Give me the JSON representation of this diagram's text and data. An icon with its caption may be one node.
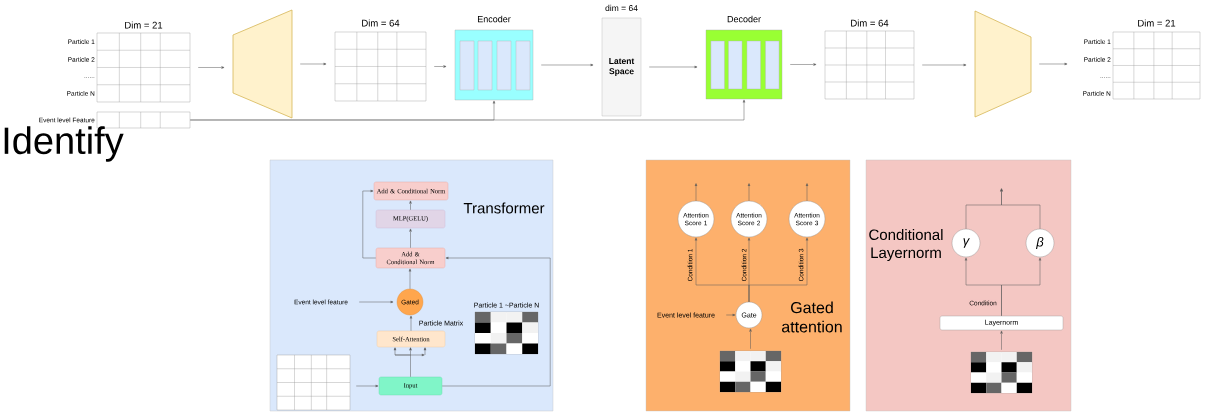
{
  "diagram": {
    "nodes": [
      {
        "text": [
          "Dim = 21"
        ],
        "beside": [
          "Particle 1",
          "Particle 2",
          "......",
          "Particle N"
        ]
      },
      {
        "text": [],
        "shape": "trapezoid"
      },
      {
        "text": [
          "Dim = 64"
        ]
      },
      {
        "text": [
          "Encoder"
        ]
      },
      {
        "text": [
          "dim = 64",
          "Latent Space"
        ]
      },
      {
        "text": [
          "Decoder"
        ]
      },
      {
        "text": [
          "Dim = 64"
        ]
      },
      {
        "text": [],
        "shape": "trapezoid"
      },
      {
        "text": [
          "Dim = 21"
        ],
        "beside": [
          "Particle 1",
          "Particle 2",
          "......",
          "Particle N"
        ]
      },
      {
        "text": [],
        "shape": "grid",
        "beside": [
          "Event level Feature"
        ]
      },
      {
        "text": [
          "Transformer"
        ]
      },
      {
        "text": [
          "Add & Conditional Norm"
        ],
        "in": 10
      },
      {
        "text": [
          "MLP(GELU)"
        ],
        "in": 10
      },
      {
        "text": [
          "Add & Conditional Norm"
        ],
        "in": 10
      },
      {
        "text": [
          "Gated"
        ],
        "in": 10
      },
      {
        "text": [
          "Self-Attention"
        ],
        "in": 10
      },
      {
        "text": [
          "Input"
        ],
        "in": 10
      },
      {
        "text": [],
        "shape": "grid",
        "in": 10
      },
      {
        "text": [
          "Event level feature"
        ],
        "in": 10
      },
      {
        "text": [
          "Particle 1 ~Particle N"
        ],
        "in": 10
      },
      {
        "text": [
          "Gated attention"
        ]
      },
      {
        "text": [
          "Attention Score 1"
        ],
        "in": 20
      },
      {
        "text": [
          "Attention Score 2"
        ],
        "in": 20
      },
      {
        "text": [
          "Attention Score 3"
        ],
        "in": 20
      },
      {
        "text": [
          "Gate"
        ],
        "in": 20
      },
      {
        "text": [
          "Event level feature"
        ],
        "in": 20
      },
      {
        "text": [],
        "shape": "grid",
        "in": 20
      },
      {
        "text": [
          "Conditional Layernorm"
        ]
      },
      {
        "text": [
          "γ"
        ],
        "in": 27
      },
      {
        "text": [
          "β"
        ],
        "in": 27
      },
      {
        "text": [
          "Layernorm"
        ],
        "in": 27
      },
      {
        "text": [],
        "shape": "grid",
        "in": 27
      }
    ],
    "edges": [
      {
        "from": 0,
        "to": 1,
        "arrow": "to"
      },
      {
        "from": 1,
        "to": 2,
        "arrow": "to"
      },
      {
        "from": 2,
        "to": 3,
        "arrow": "to"
      },
      {
        "from": 3,
        "to": 4,
        "arrow": "to"
      },
      {
        "from": 4,
        "to": 5,
        "arrow": "to"
      },
      {
        "from": 5,
        "to": 6,
        "arrow": "to"
      },
      {
        "from": 6,
        "to": 7,
        "arrow": "to"
      },
      {
        "from": 7,
        "to": 8,
        "arrow": "to"
      },
      {
        "from": 9,
        "to": 3,
        "arrow": "to"
      },
      {
        "from": 9,
        "to": 5,
        "arrow": "to"
      },
      {
        "from": 17,
        "to": 16,
        "arrow": "to"
      },
      {
        "from": 16,
        "to": 15,
        "arrow": "to"
      },
      {
        "from": 15,
        "to": 14,
        "arrow": "to",
        "label": "Particle Matrix"
      },
      {
        "from": 14,
        "to": 13,
        "arrow": "to"
      },
      {
        "from": 13,
        "to": 12,
        "arrow": "to"
      },
      {
        "from": 12,
        "to": 11,
        "arrow": "to"
      },
      {
        "from": 13,
        "to": 11,
        "arrow": "to"
      },
      {
        "from": 16,
        "to": 13,
        "arrow": "to"
      },
      {
        "from": 18,
        "to": 14,
        "arrow": "to"
      },
      {
        "from": 26,
        "to": 24,
        "arrow": "to"
      },
      {
        "from": 25,
        "to": 24,
        "arrow": "to"
      },
      {
        "from": 24,
        "to": 21,
        "arrow": "to",
        "label": "Condition 1"
      },
      {
        "from": 24,
        "to": 22,
        "arrow": "to",
        "label": "Condition 2"
      },
      {
        "from": 24,
        "to": 23,
        "arrow": "to",
        "label": "Condition 3"
      },
      {
        "from": 21,
        "to": null,
        "arrow": "to"
      },
      {
        "from": 22,
        "to": null,
        "arrow": "to"
      },
      {
        "from": 23,
        "to": null,
        "arrow": "to"
      },
      {
        "from": 31,
        "to": 30,
        "arrow": "to"
      },
      {
        "from": 30,
        "to": 28,
        "arrow": "to",
        "label": "Condition"
      },
      {
        "from": 30,
        "to": 29,
        "arrow": "to"
      },
      {
        "from": 28,
        "to": null,
        "arrow": "to"
      },
      {
        "from": 29,
        "to": null,
        "arrow": "to"
      }
    ],
    "labels": [
      "Identify"
    ]
  }
}
